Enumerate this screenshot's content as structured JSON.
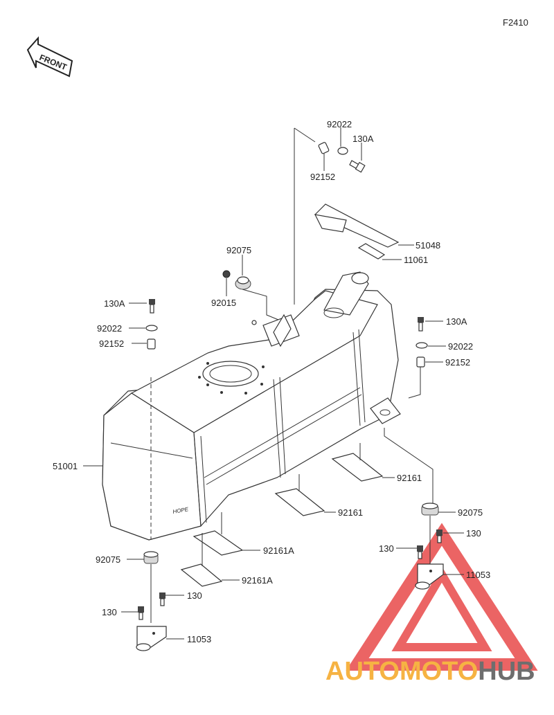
{
  "figure_code": "F2410",
  "front_label": "FRONT",
  "tank_marking": "HOPE",
  "watermark": {
    "text_auto": "AUTO",
    "text_moto": "MOTO",
    "text_hub": "HUB",
    "color_triangle": "#e84a4a",
    "color_auto": "#f5a623",
    "color_hub": "#555555"
  },
  "callouts": [
    {
      "id": "92022-top",
      "text": "92022"
    },
    {
      "id": "130A-top",
      "text": "130A"
    },
    {
      "id": "92152-top",
      "text": "92152"
    },
    {
      "id": "51048",
      "text": "51048"
    },
    {
      "id": "11061",
      "text": "11061"
    },
    {
      "id": "92075-top",
      "text": "92075"
    },
    {
      "id": "92015",
      "text": "92015"
    },
    {
      "id": "130A-left",
      "text": "130A"
    },
    {
      "id": "92022-left",
      "text": "92022"
    },
    {
      "id": "92152-left",
      "text": "92152"
    },
    {
      "id": "130A-right",
      "text": "130A"
    },
    {
      "id": "92022-right",
      "text": "92022"
    },
    {
      "id": "92152-right",
      "text": "92152"
    },
    {
      "id": "51001",
      "text": "51001"
    },
    {
      "id": "92161-right",
      "text": "92161"
    },
    {
      "id": "92161-mid",
      "text": "92161"
    },
    {
      "id": "92161A-upper",
      "text": "92161A"
    },
    {
      "id": "92161A-lower",
      "text": "92161A"
    },
    {
      "id": "92075-left",
      "text": "92075"
    },
    {
      "id": "92075-right",
      "text": "92075"
    },
    {
      "id": "130-right-a",
      "text": "130"
    },
    {
      "id": "130-right-b",
      "text": "130"
    },
    {
      "id": "11053-right",
      "text": "11053"
    },
    {
      "id": "130-left-a",
      "text": "130"
    },
    {
      "id": "130-left-b",
      "text": "130"
    },
    {
      "id": "11053-left",
      "text": "11053"
    }
  ]
}
